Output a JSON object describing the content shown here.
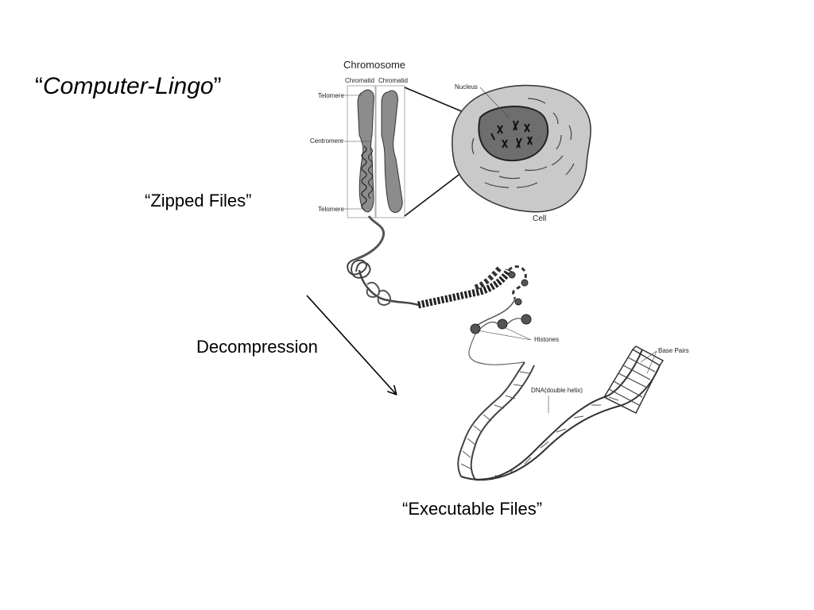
{
  "slide": {
    "title": {
      "quote_open": "“",
      "text": "Computer-Lingo",
      "quote_close": "”"
    },
    "zipped_label": "“Zipped Files”",
    "decompression_label": "Decompression",
    "executable_label": "“Executable Files”"
  },
  "diagram": {
    "chromosome_label": "Chromosome",
    "chromatid_left": "Chromatid",
    "chromatid_right": "Chromatid",
    "telomere_top": "Telomere",
    "centromere": "Centromere",
    "telomere_bottom": "Telomere",
    "nucleus": "Nucleus",
    "cell": "Cell",
    "histones": "Histones",
    "dna": "DNA(double helix)",
    "base_pairs": "Base Pairs"
  }
}
